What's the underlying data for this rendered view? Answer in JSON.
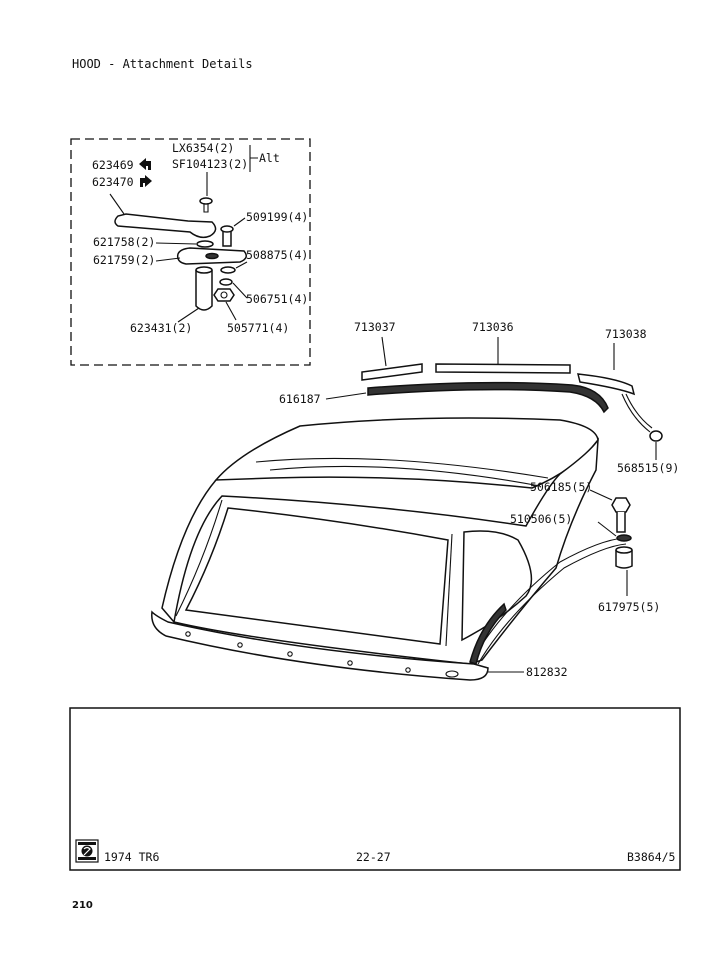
{
  "title": "HOOD - Attachment Details",
  "inset": {
    "alt_label": "Alt",
    "alt_parts": [
      "LX6354(2)",
      "SF104123(2)"
    ],
    "parts": {
      "p623469": "623469",
      "p623470": "623470",
      "p509199": "509199(4)",
      "p621758": "621758(2)",
      "p621759": "621759(2)",
      "p508875": "508875(4)",
      "p506751": "506751(4)",
      "p623431": "623431(2)",
      "p505771": "505771(4)"
    },
    "arrow_left": "left-arrow-icon",
    "arrow_right": "right-arrow-icon"
  },
  "main_parts": {
    "p713037": "713037",
    "p713036": "713036",
    "p713038": "713038",
    "p616187": "616187",
    "p568515": "568515(9)",
    "p506185": "506185(5)",
    "p510506": "510506(5)",
    "p617975": "617975(5)",
    "p812832": "812832"
  },
  "footer": {
    "model": "1974  TR6",
    "page_ref": "22-27",
    "plate_ref": "B3864/5",
    "logo": "british-leyland-logo-icon"
  },
  "page_number": "210"
}
